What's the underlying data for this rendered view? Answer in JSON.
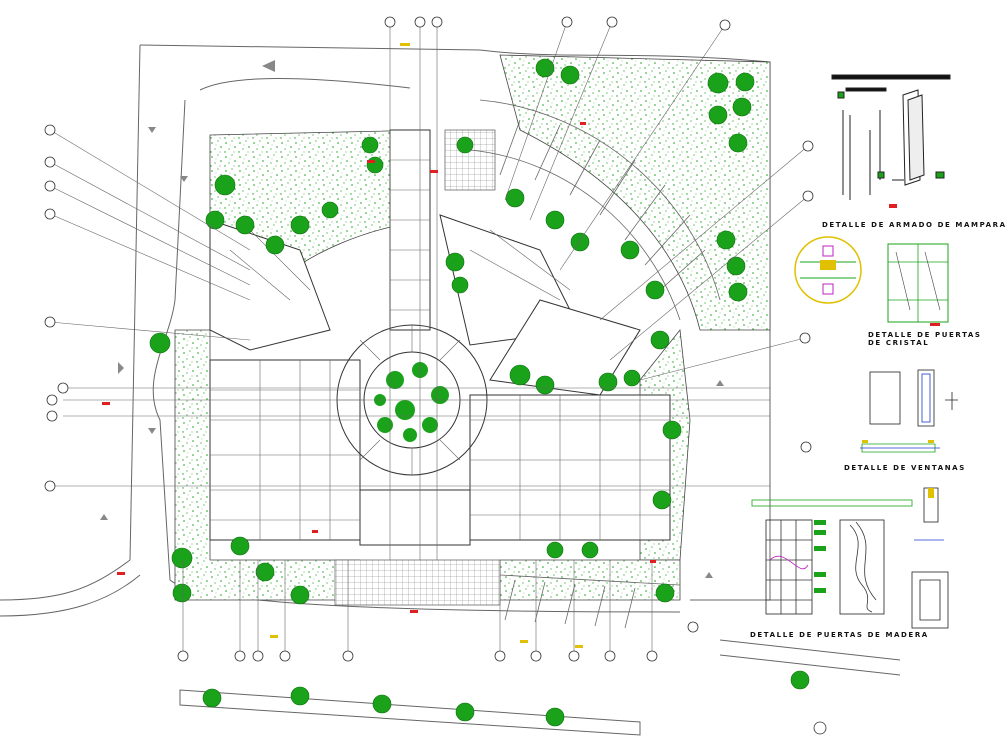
{
  "drawing": {
    "colors": {
      "lines": "#555555",
      "green_fill": "#1aa31a",
      "tree": "#1aa31a",
      "red_mark": "#e02020",
      "yellow_mark": "#e0c000",
      "magenta": "#c020c0",
      "background": "#ffffff"
    },
    "detail_labels": {
      "mampara": "DETALLE DE ARMADO DE MAMPARA",
      "cristal_line1": "DETALLE DE PUERTAS",
      "cristal_line2": "DE CRISTAL",
      "ventanas": "DETALLE DE VENTANAS",
      "madera": "DETALLE DE PUERTAS DE MADERA"
    }
  }
}
